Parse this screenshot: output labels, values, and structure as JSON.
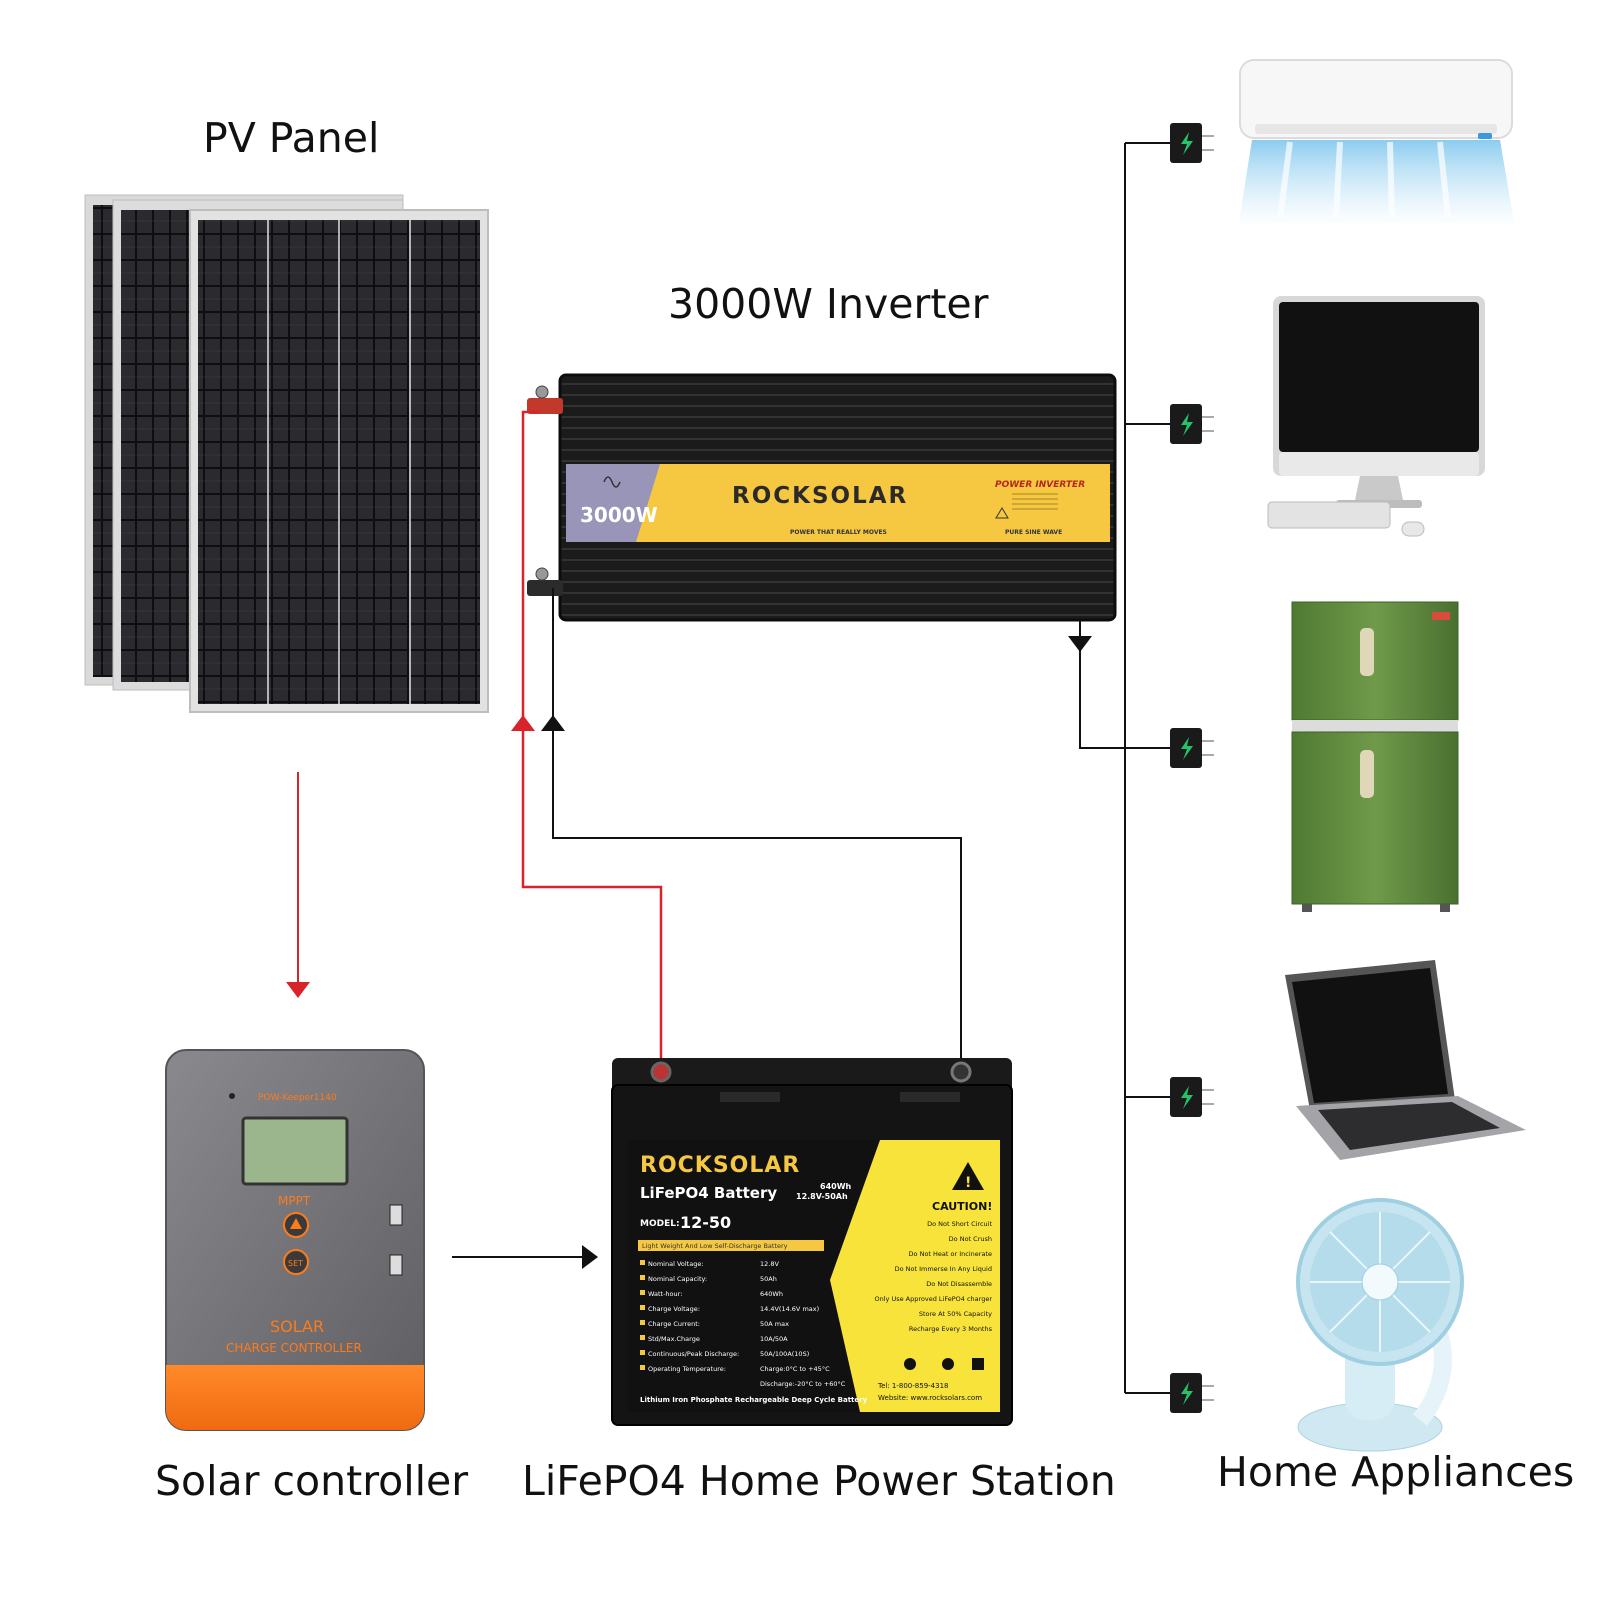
{
  "labels": {
    "pv_panel": "PV Panel",
    "inverter": "3000W Inverter",
    "solar_controller": "Solar controller",
    "power_station": "LiFePO4 Home Power Station",
    "home_appliances": "Home Appliances"
  },
  "inverter_device": {
    "wattage": "3000W",
    "brand": "ROCKSOLAR",
    "product": "POWER INVERTER",
    "slogan": "POWER THAT REALLY MOVES",
    "wave": "PURE SINE WAVE"
  },
  "controller_device": {
    "model": "POW-Keeper1140",
    "mode": "MPPT",
    "button_set": "SET",
    "title_line1": "SOLAR",
    "title_line2": "CHARGE CONTROLLER"
  },
  "battery_device": {
    "brand": "ROCKSOLAR",
    "name": "LiFePO4 Battery",
    "capacity_wh": "640Wh",
    "spec": "12.8V-50Ah",
    "model_label": "MODEL:",
    "model": "12-50",
    "banner": "Light Weight And Low Self-Discharge Battery",
    "specs": [
      {
        "name": "Nominal Voltage:",
        "value": "12.8V"
      },
      {
        "name": "Nominal Capacity:",
        "value": "50Ah"
      },
      {
        "name": "Watt-hour:",
        "value": "640Wh"
      },
      {
        "name": "Charge Voltage:",
        "value": "14.4V(14.6V max)"
      },
      {
        "name": "Charge Current:",
        "value": "50A max"
      },
      {
        "name": "Std/Max.Charge",
        "value": "10A/50A"
      },
      {
        "name": "Continuous/Peak Discharge:",
        "value": "50A/100A(10S)"
      },
      {
        "name": "Operating Temperature:",
        "value": "Charge:0°C to +45°C"
      },
      {
        "name": "",
        "value": "Discharge:-20°C to +60°C"
      }
    ],
    "footer": "Lithium Iron Phosphate Rechargeable Deep Cycle Battery",
    "caution_title": "CAUTION!",
    "caution_lines": [
      "Do Not Short Circuit",
      "Do Not Crush",
      "Do Not Heat or Incinerate",
      "Do Not Immerse In Any Liquid",
      "Do Not Disassemble",
      "Only Use Approved LiFePO4 charger",
      "Store At 50% Capacity",
      "Recharge Every 3 Months"
    ],
    "phone": "Tel: 1-800-859-4318",
    "website": "Website: www.rocksolars.com"
  },
  "colors": {
    "positive_wire": "#d9232b",
    "negative_wire": "#111111",
    "accent_yellow": "#f6c842",
    "outlet_green": "#25c26a"
  },
  "appliance_icons": [
    "air-conditioner-icon",
    "desktop-computer-icon",
    "refrigerator-icon",
    "laptop-icon",
    "desk-fan-icon"
  ]
}
